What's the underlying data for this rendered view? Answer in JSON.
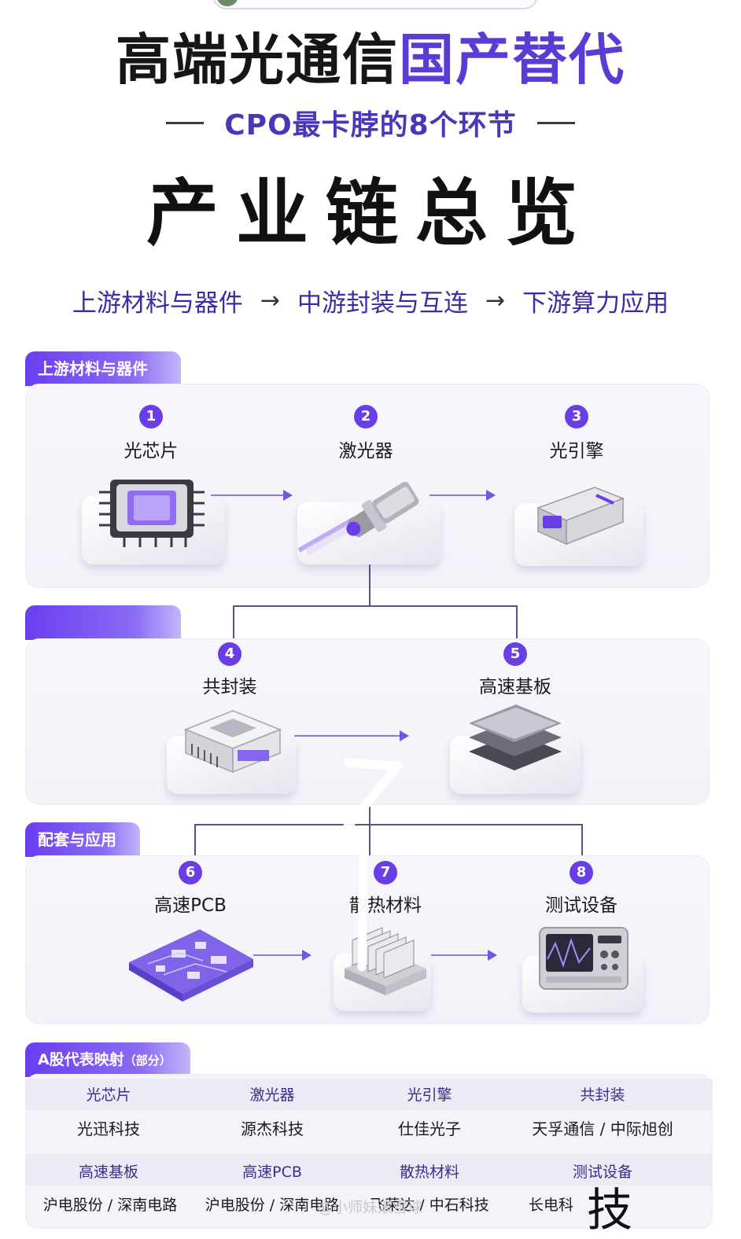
{
  "header": {
    "title_black": "高端光通信",
    "title_purple": "国产替代",
    "subtitle": "CPO最卡脖的8个环节",
    "overview": "产业链总览",
    "flow": [
      "上游材料与器件",
      "中游封装与互连",
      "下游算力应用"
    ],
    "flow_arrow": "→"
  },
  "sections": {
    "upstream_tab": "上游材料与器件",
    "midstream_tab": "",
    "support_tab": "配套与应用"
  },
  "steps": [
    {
      "num": "1",
      "name": "光芯片"
    },
    {
      "num": "2",
      "name": "激光器"
    },
    {
      "num": "3",
      "name": "光引擎"
    },
    {
      "num": "4",
      "name": "共封装"
    },
    {
      "num": "5",
      "name": "高速基板"
    },
    {
      "num": "6",
      "name": "高速PCB"
    },
    {
      "num": "7",
      "name": "散热材料"
    },
    {
      "num": "8",
      "name": "测试设备"
    }
  ],
  "stock_table": {
    "title": "A股代表映射",
    "title_note": "（部分）",
    "row1_heads": [
      "光芯片",
      "激光器",
      "光引擎",
      "共封装"
    ],
    "row1_cells": [
      "光迅科技",
      "源杰科技",
      "仕佳光子",
      "天孚通信 / 中际旭创"
    ],
    "row2_heads": [
      "高速基板",
      "高速PCB",
      "散热材料",
      "测试设备"
    ],
    "row2_cells": [
      "沪电股份 / 深南电路",
      "沪电股份 / 深南电路",
      "飞荣达 / 中石科技",
      "长电科"
    ]
  },
  "overlay": {
    "watermark": "@小师妹滚雪球",
    "big_char": "技"
  },
  "colors": {
    "accent": "#6a3ee6",
    "title_purple": "#5b3bd6",
    "flow_text": "#3c2ba6"
  }
}
